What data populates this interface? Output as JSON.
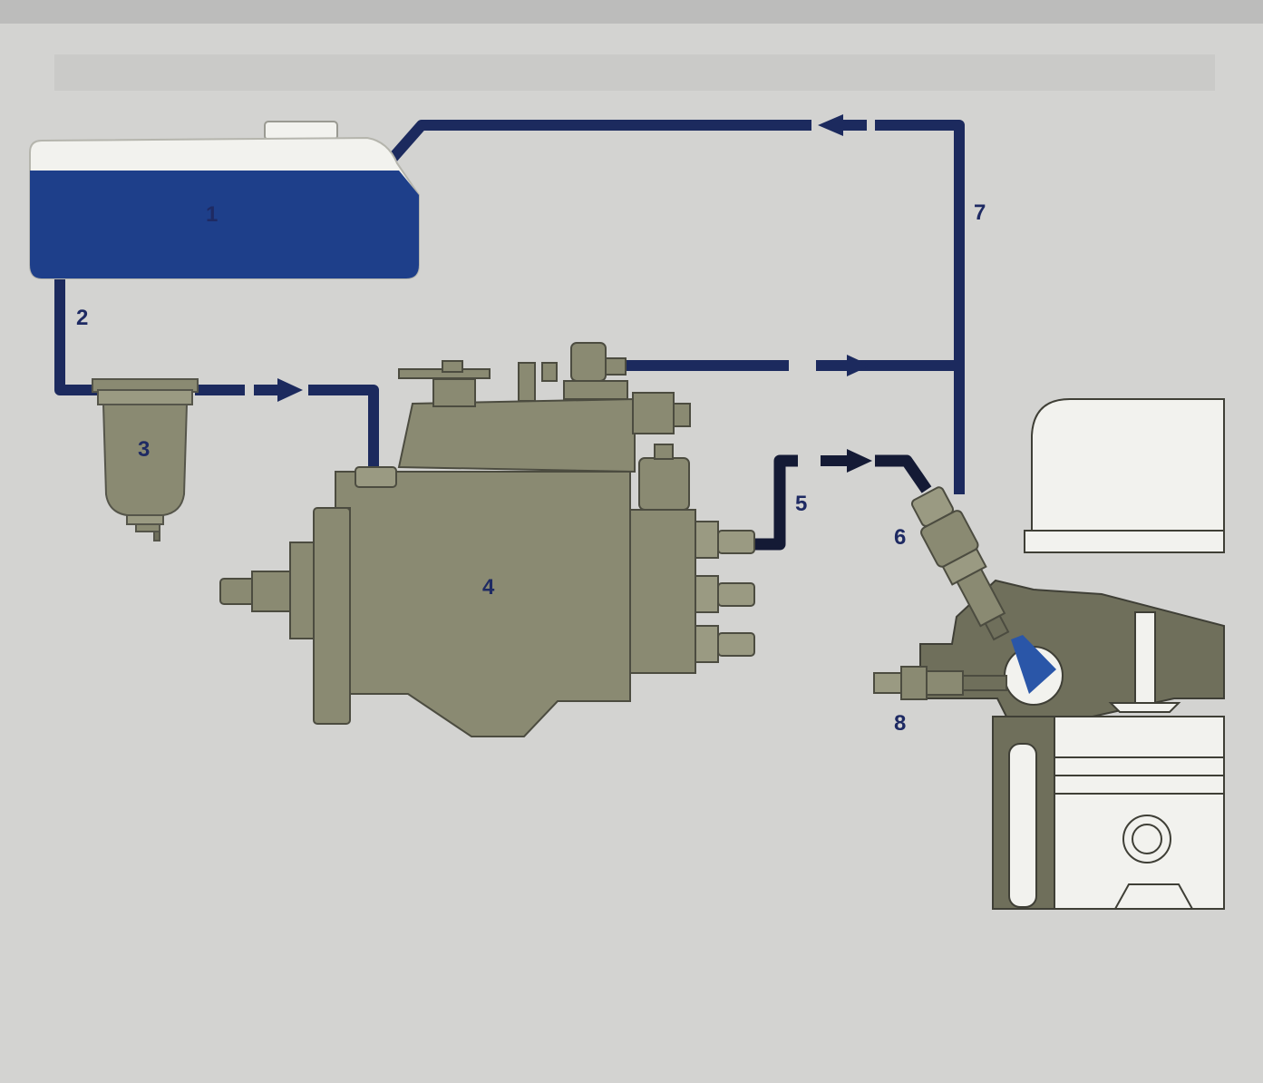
{
  "labels": {
    "tank": "1",
    "supply_line": "2",
    "filter": "3",
    "pump": "4",
    "high_pressure_line": "5",
    "injector": "6",
    "return_line": "7",
    "glow_plug": "8"
  },
  "colors": {
    "background": "#d3d3d1",
    "fuel_blue": "#1e3f8a",
    "fuel_line_dark": "#1c2a5e",
    "high_pressure_line": "#141a35",
    "metal": "#8a8a72",
    "metal_dark": "#6f6f5b",
    "engine_white": "#f2f2ee",
    "label": "#1e2a63"
  }
}
